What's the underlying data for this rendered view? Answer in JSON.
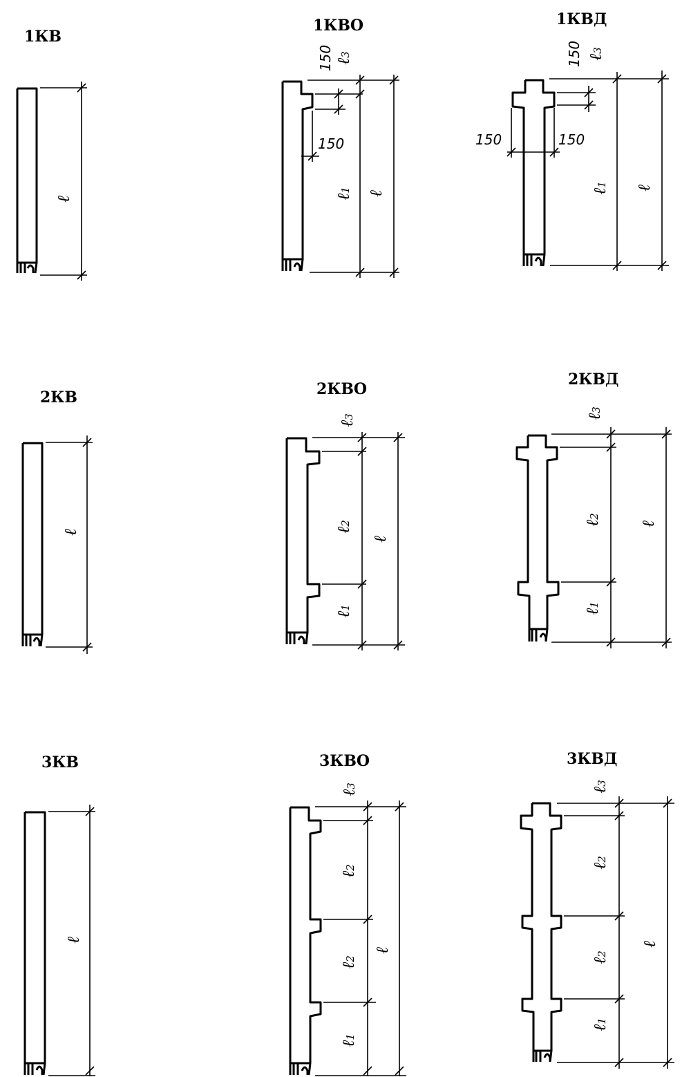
{
  "diagrams": [
    {
      "id": "1kv",
      "title": "1КВ",
      "type": "plain",
      "labels": {
        "l": "ℓ"
      }
    },
    {
      "id": "1kvo",
      "title": "1КВО",
      "type": "one-sided",
      "labels": {
        "top_offset": "150",
        "top_offset_var": "ℓ",
        "top_offset_sub": "3",
        "bracket": "150",
        "l1": "ℓ",
        "l1_sub": "1",
        "l": "ℓ"
      }
    },
    {
      "id": "1kvd",
      "title": "1КВД",
      "type": "two-sided",
      "labels": {
        "top_offset": "150",
        "top_offset_var": "ℓ",
        "top_offset_sub": "3",
        "bracket_left": "150",
        "bracket_right": "150",
        "l1": "ℓ",
        "l1_sub": "1",
        "l": "ℓ"
      }
    },
    {
      "id": "2kv",
      "title": "2КВ",
      "type": "plain",
      "labels": {
        "l": "ℓ"
      }
    },
    {
      "id": "2kvo",
      "title": "2КВО",
      "type": "one-sided",
      "labels": {
        "l3": "ℓ",
        "l3_sub": "3",
        "l2": "ℓ",
        "l2_sub": "2",
        "l1": "ℓ",
        "l1_sub": "1",
        "l": "ℓ"
      }
    },
    {
      "id": "2kvd",
      "title": "2КВД",
      "type": "two-sided",
      "labels": {
        "l3": "ℓ",
        "l3_sub": "3",
        "l2": "ℓ",
        "l2_sub": "2",
        "l1": "ℓ",
        "l1_sub": "1",
        "l": "ℓ"
      }
    },
    {
      "id": "3kv",
      "title": "3КВ",
      "type": "plain",
      "labels": {
        "l": "ℓ"
      }
    },
    {
      "id": "3kvo",
      "title": "3КВО",
      "type": "one-sided",
      "labels": {
        "l3": "ℓ",
        "l3_sub": "3",
        "l2a": "ℓ",
        "l2a_sub": "2",
        "l2b": "ℓ",
        "l2b_sub": "2",
        "l1": "ℓ",
        "l1_sub": "1",
        "l": "ℓ"
      }
    },
    {
      "id": "3kvd",
      "title": "3КВД",
      "type": "two-sided",
      "labels": {
        "l3": "ℓ",
        "l3_sub": "3",
        "l2a": "ℓ",
        "l2a_sub": "2",
        "l2b": "ℓ",
        "l2b_sub": "2",
        "l1": "ℓ",
        "l1_sub": "1",
        "l": "ℓ"
      }
    }
  ]
}
